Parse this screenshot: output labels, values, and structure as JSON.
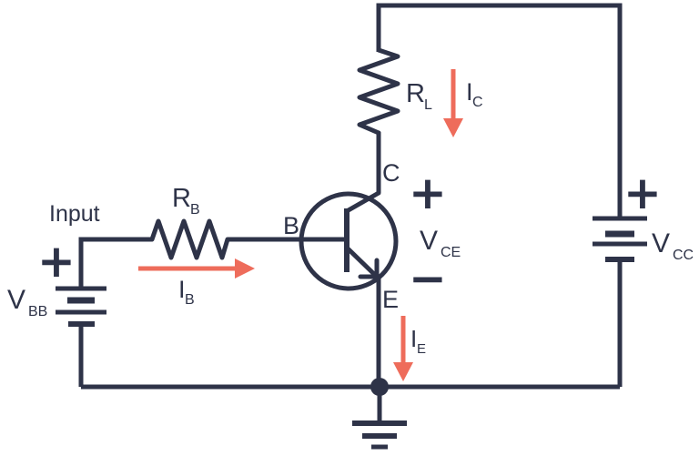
{
  "colors": {
    "wire": "#2E3348",
    "current": "#EE6C5B",
    "background": "#FFFFFF"
  },
  "labels": {
    "input": "Input",
    "terminal_b": "B",
    "terminal_c": "C",
    "terminal_e": "E",
    "plus": "+",
    "minus": "−",
    "v_bb": {
      "main": "V",
      "sub": "BB"
    },
    "v_cc": {
      "main": "V",
      "sub": "CC"
    },
    "v_ce": {
      "main": "V",
      "sub": "CE"
    },
    "r_b": {
      "main": "R",
      "sub": "B"
    },
    "r_l": {
      "main": "R",
      "sub": "L"
    },
    "i_b": {
      "main": "I",
      "sub": "B"
    },
    "i_c": {
      "main": "I",
      "sub": "C"
    },
    "i_e": {
      "main": "I",
      "sub": "E"
    }
  }
}
